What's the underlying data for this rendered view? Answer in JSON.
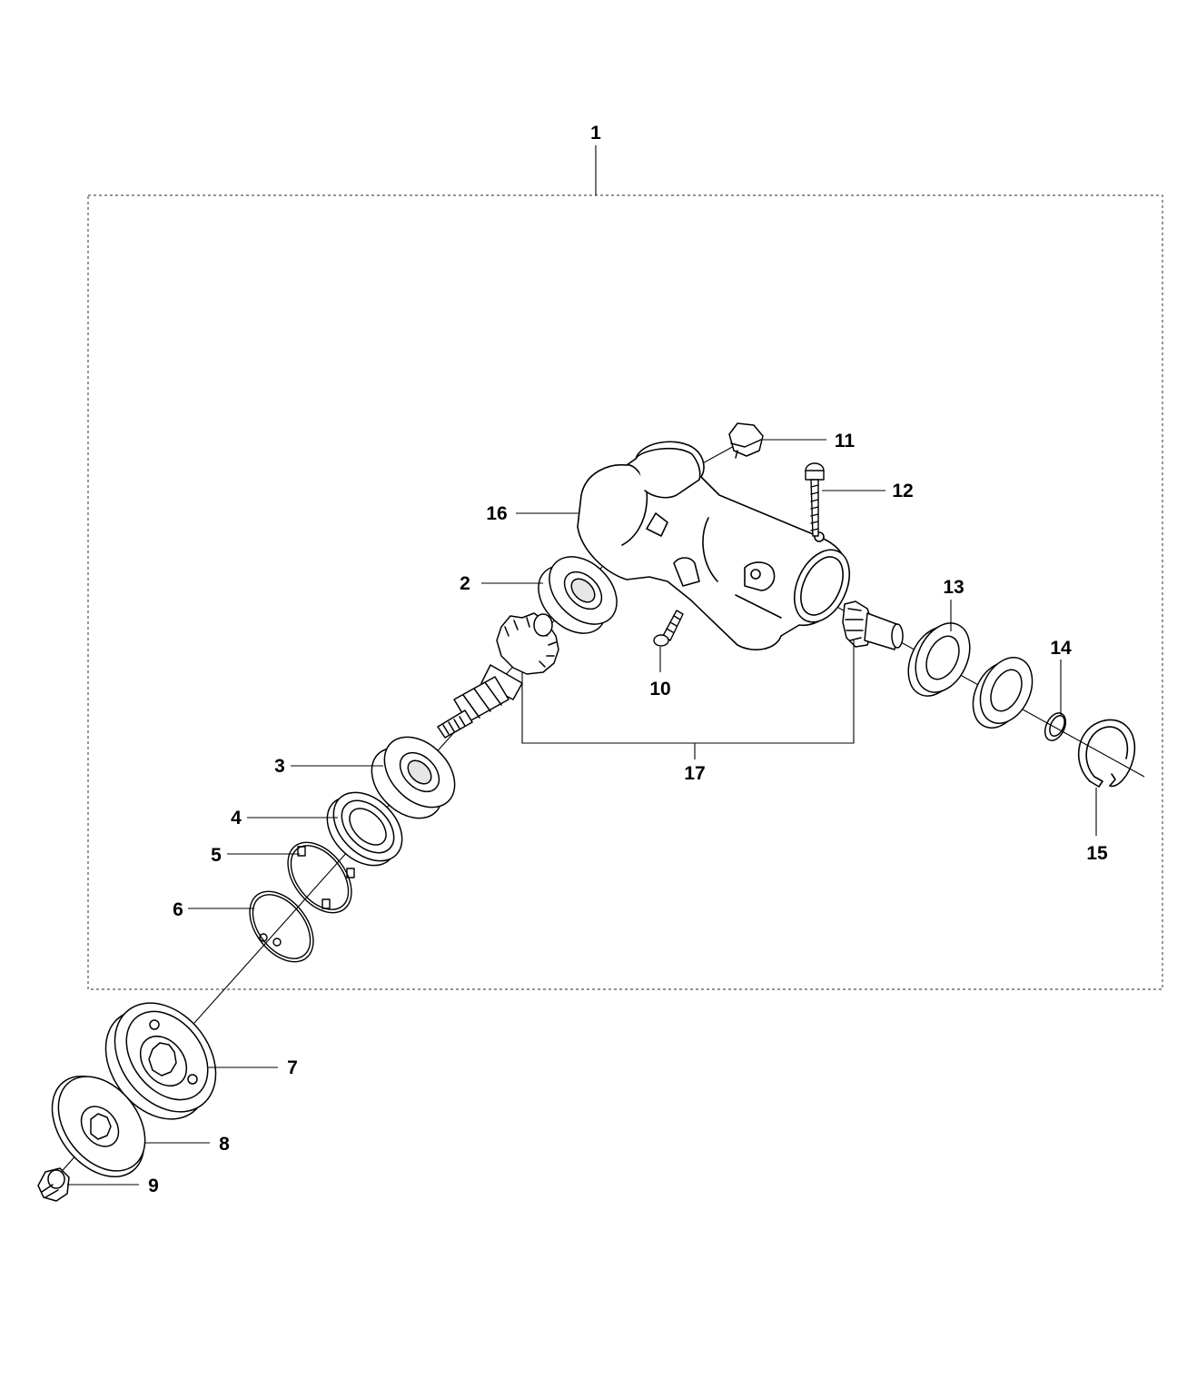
{
  "colors": {
    "ink": "#000000",
    "paper": "#ffffff",
    "shade": "#e6e6e6",
    "frame": "#555555"
  },
  "callouts": [
    {
      "id": "1",
      "label": "1"
    },
    {
      "id": "2",
      "label": "2"
    },
    {
      "id": "3",
      "label": "3"
    },
    {
      "id": "4",
      "label": "4"
    },
    {
      "id": "5",
      "label": "5"
    },
    {
      "id": "6",
      "label": "6"
    },
    {
      "id": "7",
      "label": "7"
    },
    {
      "id": "8",
      "label": "8"
    },
    {
      "id": "9",
      "label": "9"
    },
    {
      "id": "10",
      "label": "10"
    },
    {
      "id": "11",
      "label": "11"
    },
    {
      "id": "12",
      "label": "12"
    },
    {
      "id": "13",
      "label": "13"
    },
    {
      "id": "14",
      "label": "14"
    },
    {
      "id": "15",
      "label": "15"
    },
    {
      "id": "16",
      "label": "16"
    },
    {
      "id": "17",
      "label": "17"
    }
  ]
}
